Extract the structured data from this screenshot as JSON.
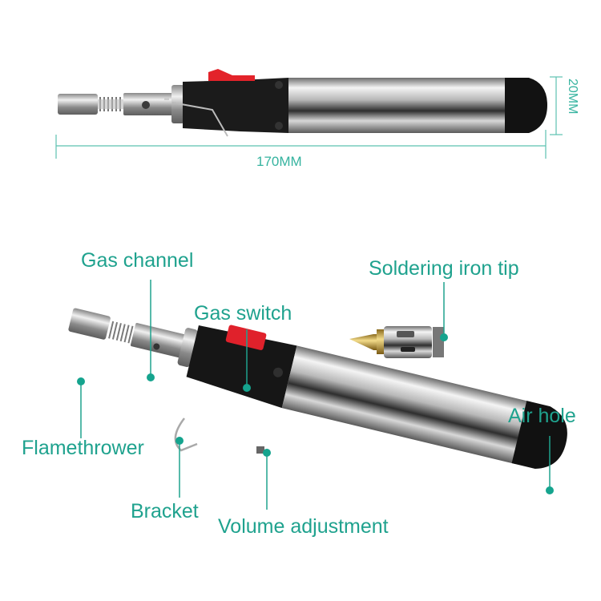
{
  "accent_color": "#1fa28e",
  "dimensions": {
    "length": "170MM",
    "diameter": "20MM"
  },
  "labels": {
    "gas_channel": "Gas channel",
    "gas_switch": "Gas switch",
    "soldering_iron_tip": "Soldering iron tip",
    "flamethrower": "Flamethrower",
    "air_hole": "Air hole",
    "bracket": "Bracket",
    "volume_adjustment": "Volume adjustment"
  }
}
